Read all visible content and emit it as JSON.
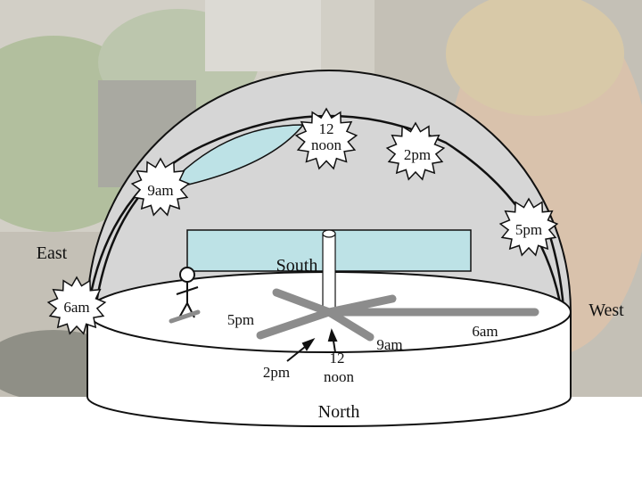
{
  "directions": {
    "east": "East",
    "west": "West",
    "south": "South",
    "north": "North"
  },
  "sun_positions": [
    {
      "id": "6am",
      "label": "6am"
    },
    {
      "id": "9am",
      "label": "9am"
    },
    {
      "id": "noon",
      "label_line1": "12",
      "label_line2": "noon"
    },
    {
      "id": "2pm",
      "label": "2pm"
    },
    {
      "id": "5pm",
      "label": "5pm"
    }
  ],
  "shadow_labels": {
    "5pm": "5pm",
    "9am": "9am",
    "6am": "6am",
    "2pm": "2pm",
    "noon_line1": "12",
    "noon_line2": "noon"
  },
  "colors": {
    "dome": "#d6d6d6",
    "glass": "#bde2e6",
    "shadow": "#8c8c8c",
    "sun": "#ffffff",
    "outline": "#111111",
    "background_photo_tint": "#b8b2a6"
  }
}
